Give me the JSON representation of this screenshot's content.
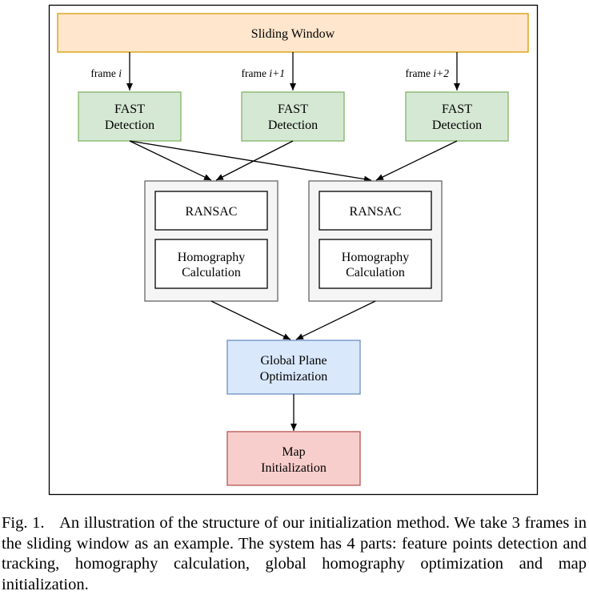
{
  "diagram": {
    "sliding_window": "Sliding Window",
    "frames": [
      {
        "prefix": "frame ",
        "index": "i"
      },
      {
        "prefix": "frame ",
        "index": "i+1"
      },
      {
        "prefix": "frame ",
        "index": "i+2"
      }
    ],
    "fast": [
      "FAST",
      "Detection"
    ],
    "ransac": "RANSAC",
    "homography": [
      "Homography",
      "Calculation"
    ],
    "global": [
      "Global Plane",
      "Optimization"
    ],
    "map": [
      "Map",
      "Initialization"
    ]
  },
  "caption": {
    "label": "Fig. 1.",
    "text": "An illustration of the structure of our initialization method. We take 3 frames in the sliding window as an example. The system has 4 parts: feature points detection and tracking, homography calculation, global homography optimization and map initialization."
  },
  "colors": {
    "sliding_fill": "#ffe6cc",
    "sliding_stroke": "#d79b00",
    "fast_fill": "#d5e8d4",
    "fast_stroke": "#82b366",
    "group_fill": "#f5f5f5",
    "group_stroke": "#666666",
    "global_fill": "#dae8fc",
    "global_stroke": "#6c8ebf",
    "map_fill": "#f8cecc",
    "map_stroke": "#b85450"
  }
}
